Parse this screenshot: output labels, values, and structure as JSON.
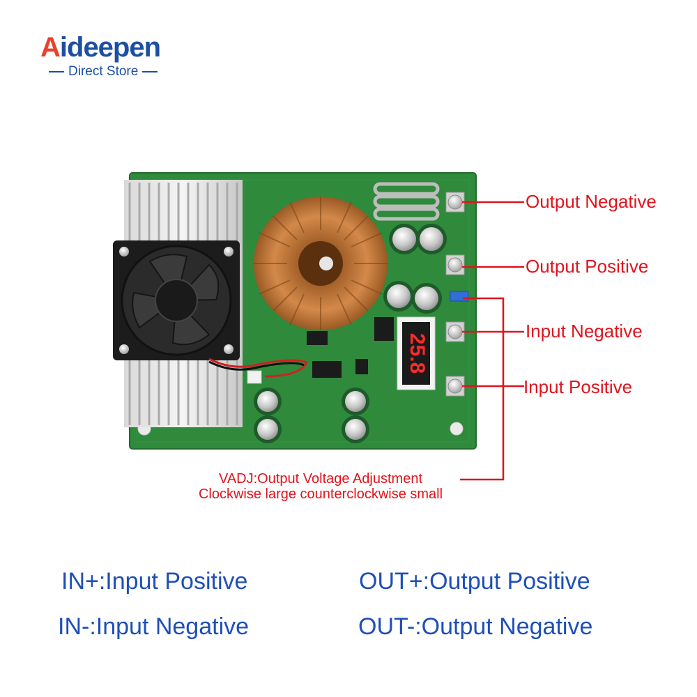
{
  "brand": {
    "logo_first": "A",
    "logo_rest": "ideepen",
    "subtitle": "Direct Store"
  },
  "board": {
    "display_reading": "25.8"
  },
  "callouts": {
    "output_negative": "Output Negative",
    "output_positive": "Output Positive",
    "input_negative": "Input Negative",
    "input_positive": "Input Positive",
    "vadj_line1": "VADJ:Output Voltage Adjustment",
    "vadj_line2": "Clockwise large counterclockwise small"
  },
  "legend": {
    "in_plus": "IN+:Input Positive",
    "in_minus": "IN-:Input Negative",
    "out_plus": "OUT+:Output Positive",
    "out_minus": "OUT-:Output Negative"
  },
  "colors": {
    "callout": "#e0141d",
    "legend": "#1e4fb8",
    "pcb": "#2f8a3c"
  }
}
